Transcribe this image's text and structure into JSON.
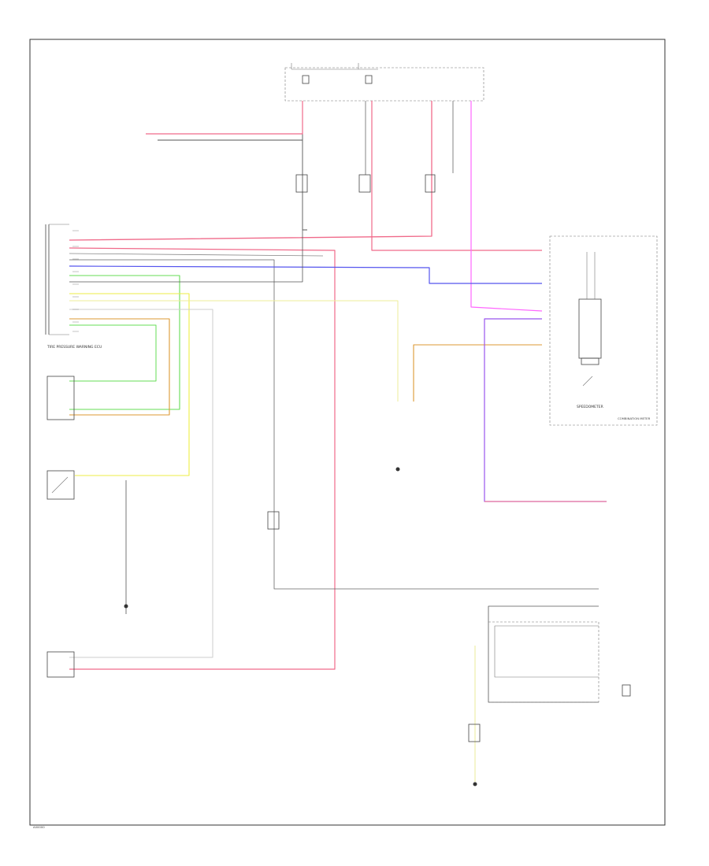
{
  "diagram": {
    "colors": {
      "frame": "#333333",
      "wire_black": "#555555",
      "wire_pink": "#f06a8a",
      "wire_red": "#e8503c",
      "wire_magenta": "#ff66ff",
      "wire_blue": "#5555ee",
      "wire_green": "#66dd55",
      "wire_yellow": "#eeee44",
      "wire_orange": "#dd9933",
      "wire_purple": "#9955ee",
      "wire_gray": "#cccccc",
      "label": "#333333"
    },
    "labels": {
      "component_center_left": "TIRE PRESSURE WARNING ECU",
      "component_center_right": "SPEEDOMETER",
      "component_right_sub": "COMBINATION METER",
      "corner_tag": "A00000"
    }
  }
}
